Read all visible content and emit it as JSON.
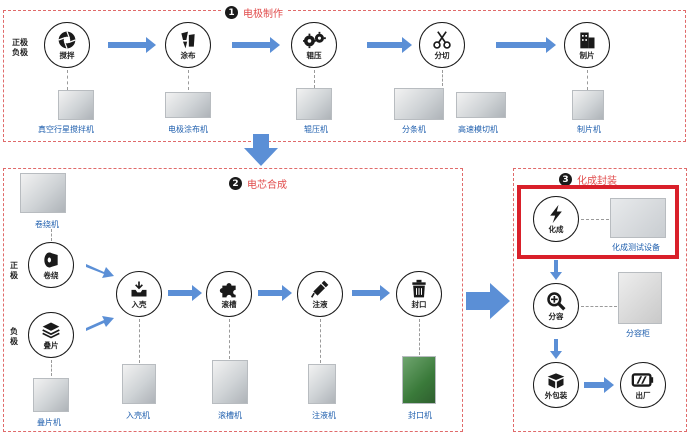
{
  "section1": {
    "number": "1",
    "title": "电极制作"
  },
  "section2": {
    "number": "2",
    "title": "电芯合成"
  },
  "section3": {
    "number": "3",
    "title": "化成封装"
  },
  "side_labels": {
    "pos_neg_top": "正极负极",
    "pos_mid": "正极",
    "neg_mid": "负极"
  },
  "steps1": [
    {
      "label": "搅拌",
      "machine": "真空行星搅拌机",
      "icon": "aperture-icon"
    },
    {
      "label": "涂布",
      "machine": "电极涂布机",
      "icon": "coating-icon"
    },
    {
      "label": "辊压",
      "machine": "辊压机",
      "icon": "gears-icon"
    },
    {
      "label": "分切",
      "machine": "分条机",
      "machine2": "高速模切机",
      "icon": "scissors-icon"
    },
    {
      "label": "制片",
      "machine": "制片机",
      "icon": "building-icon"
    }
  ],
  "winding": {
    "label": "卷绕",
    "machine": "卷绕机"
  },
  "stacking": {
    "label": "叠片",
    "machine": "叠片机"
  },
  "steps2": [
    {
      "label": "入壳",
      "machine": "入壳机",
      "icon": "inbox-icon"
    },
    {
      "label": "滚槽",
      "machine": "滚槽机",
      "icon": "puzzle-icon"
    },
    {
      "label": "注液",
      "machine": "注液机",
      "icon": "syringe-icon"
    },
    {
      "label": "封口",
      "machine": "封口机",
      "icon": "trash-icon"
    }
  ],
  "steps3": [
    {
      "label": "化成",
      "machine": "化成测试设备",
      "icon": "bolt-icon"
    },
    {
      "label": "分容",
      "machine": "分容柜",
      "icon": "zoom-in-icon"
    },
    {
      "label": "外包装",
      "icon": "box-icon"
    },
    {
      "label": "出厂",
      "icon": "battery-icon"
    }
  ],
  "colors": {
    "arrow": "#5b8fd6",
    "panel_border": "#e06a6a",
    "highlight": "#d9202a",
    "label": "#1f5fae",
    "title": "#e04a4a"
  }
}
